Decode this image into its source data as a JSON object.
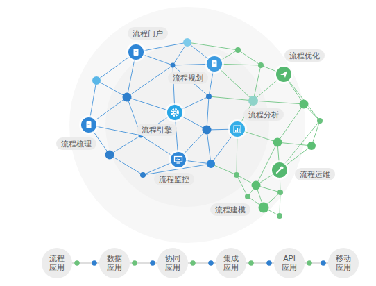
{
  "diagram": {
    "nodes": [
      {
        "text": [
          "流程门户"
        ]
      },
      {
        "text": [
          "流程优化"
        ]
      },
      {
        "text": [
          "流程规划"
        ]
      },
      {
        "text": [
          "流程分析"
        ]
      },
      {
        "text": [
          "流程引擎"
        ]
      },
      {
        "text": [
          "流程梳理"
        ]
      },
      {
        "text": [
          "流程运维"
        ]
      },
      {
        "text": [
          "流程监控"
        ]
      },
      {
        "text": [
          "流程建模"
        ]
      },
      {
        "text": [
          "流程 应用"
        ]
      },
      {
        "text": [
          "数据 应用"
        ]
      },
      {
        "text": [
          "协同 应用"
        ]
      },
      {
        "text": [
          "集成 应用"
        ]
      },
      {
        "text": [
          "API 应用"
        ]
      },
      {
        "text": [
          "移动 应用"
        ]
      }
    ],
    "edges": [
      {
        "from": 9,
        "to": 10,
        "arrow": "none"
      },
      {
        "from": 10,
        "to": 11,
        "arrow": "none"
      },
      {
        "from": 11,
        "to": 12,
        "arrow": "none"
      },
      {
        "from": 12,
        "to": 13,
        "arrow": "none"
      },
      {
        "from": 13,
        "to": 14,
        "arrow": "none"
      }
    ]
  }
}
